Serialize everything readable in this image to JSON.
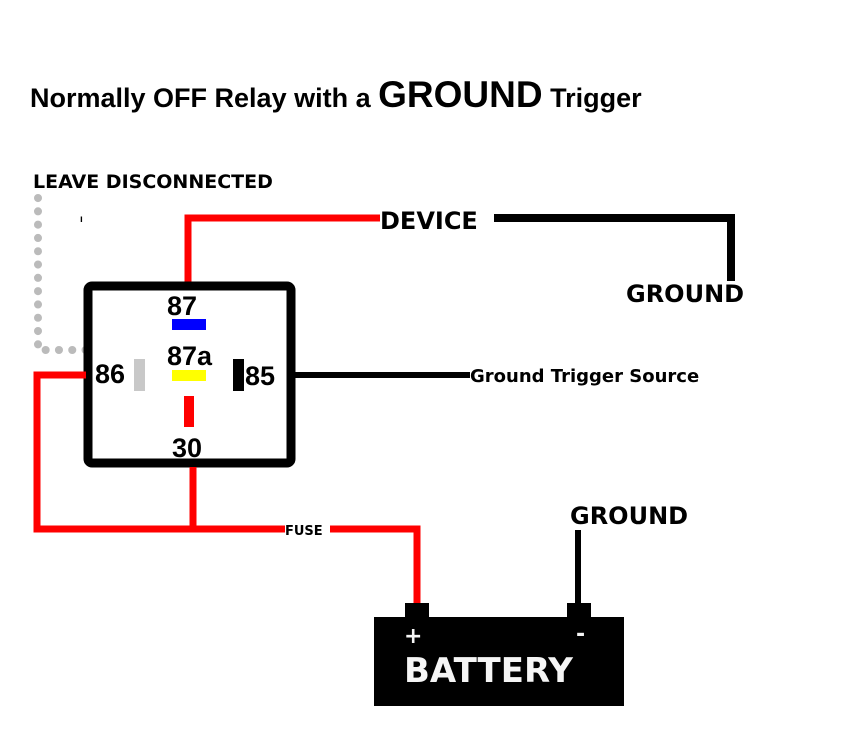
{
  "title": {
    "part1": "Normally OFF Relay with a",
    "emphasis": "GROUND",
    "part2": "Trigger"
  },
  "labels": {
    "leave_disconnected": "LEAVE DISCONNECTED",
    "device": "DEVICE",
    "device_ground": "GROUND",
    "ground_trigger_source": "Ground Trigger Source",
    "fuse": "FUSE",
    "battery_ground": "GROUND",
    "battery": "BATTERY",
    "battery_plus": "+",
    "battery_minus": "-",
    "stray_mark": "ı"
  },
  "relay": {
    "pins": {
      "p87": "87",
      "p87a": "87a",
      "p86": "86",
      "p85": "85",
      "p30": "30"
    }
  },
  "colors": {
    "power_wire": "#ff0000",
    "ground_wire": "#000000",
    "disconnected_wire": "#bbbbbb",
    "pin_87": "#0000ff",
    "pin_87a": "#ffff00",
    "pin_86": "#c8c8c8",
    "pin_85": "#000000",
    "pin_30": "#ff0000"
  }
}
